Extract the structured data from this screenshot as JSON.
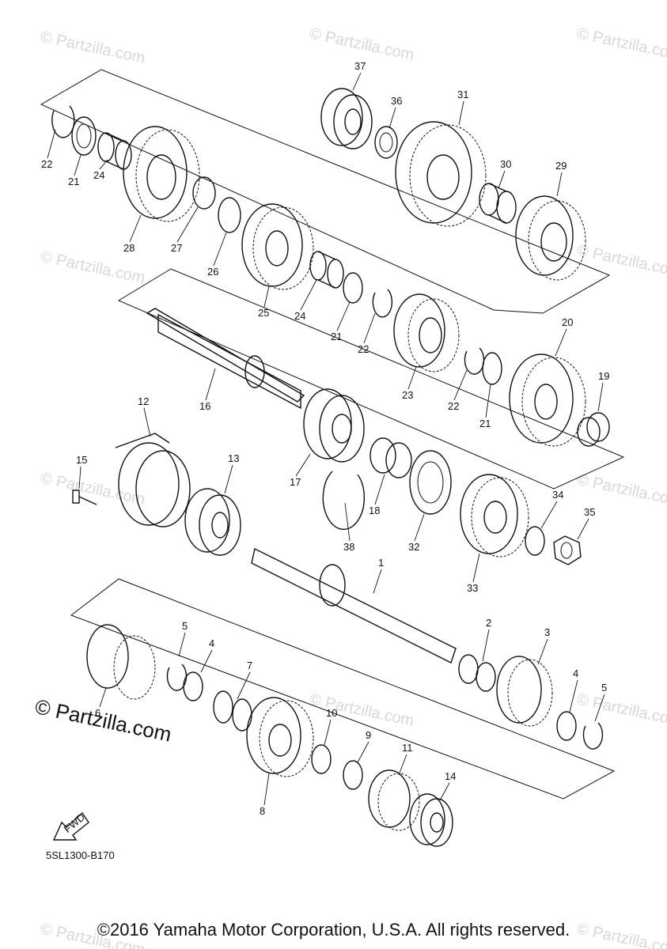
{
  "watermark": "© Partzilla.com",
  "brand_mark": "© Partzilla.com",
  "diagram_code": "5SL1300-B170",
  "fwd_label": "FWD",
  "copyright": "©2016 Yamaha Motor Corporation, U.S.A. All rights reserved.",
  "callouts": [
    "37",
    "36",
    "31",
    "30",
    "29",
    "22",
    "21",
    "24",
    "28",
    "27",
    "26",
    "25",
    "24",
    "21",
    "22",
    "23",
    "22",
    "21",
    "20",
    "19",
    "16",
    "12",
    "15",
    "13",
    "17",
    "18",
    "32",
    "38",
    "33",
    "34",
    "35",
    "1",
    "2",
    "3",
    "5",
    "4",
    "6",
    "7",
    "8",
    "10",
    "9",
    "11",
    "14",
    "4",
    "5"
  ]
}
